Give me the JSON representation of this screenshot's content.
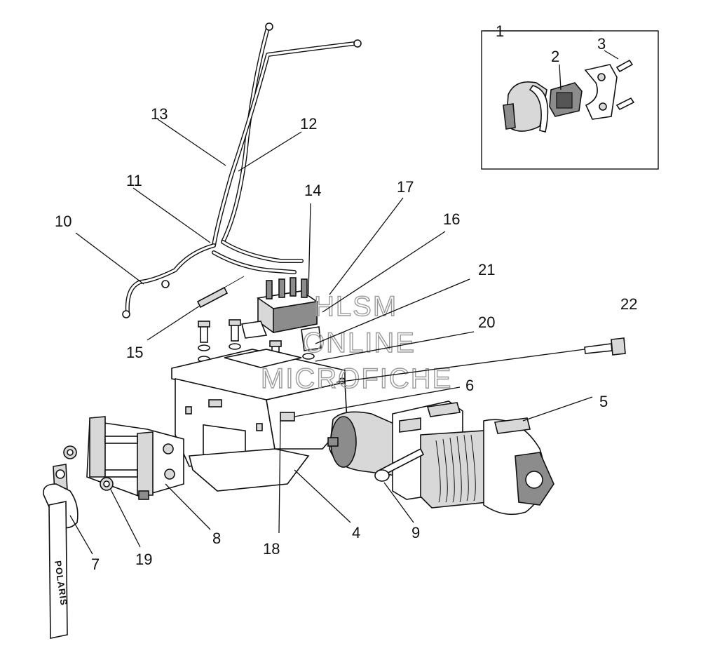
{
  "watermark": {
    "line1": "HLSM",
    "line2": "ONLINE",
    "line3": "MICROFICHE"
  },
  "strap_text": "POLARIS",
  "callouts": [
    "1",
    "2",
    "3",
    "4",
    "5",
    "6",
    "7",
    "8",
    "9",
    "10",
    "11",
    "12",
    "13",
    "14",
    "15",
    "16",
    "17",
    "18",
    "19",
    "20",
    "21",
    "22"
  ]
}
